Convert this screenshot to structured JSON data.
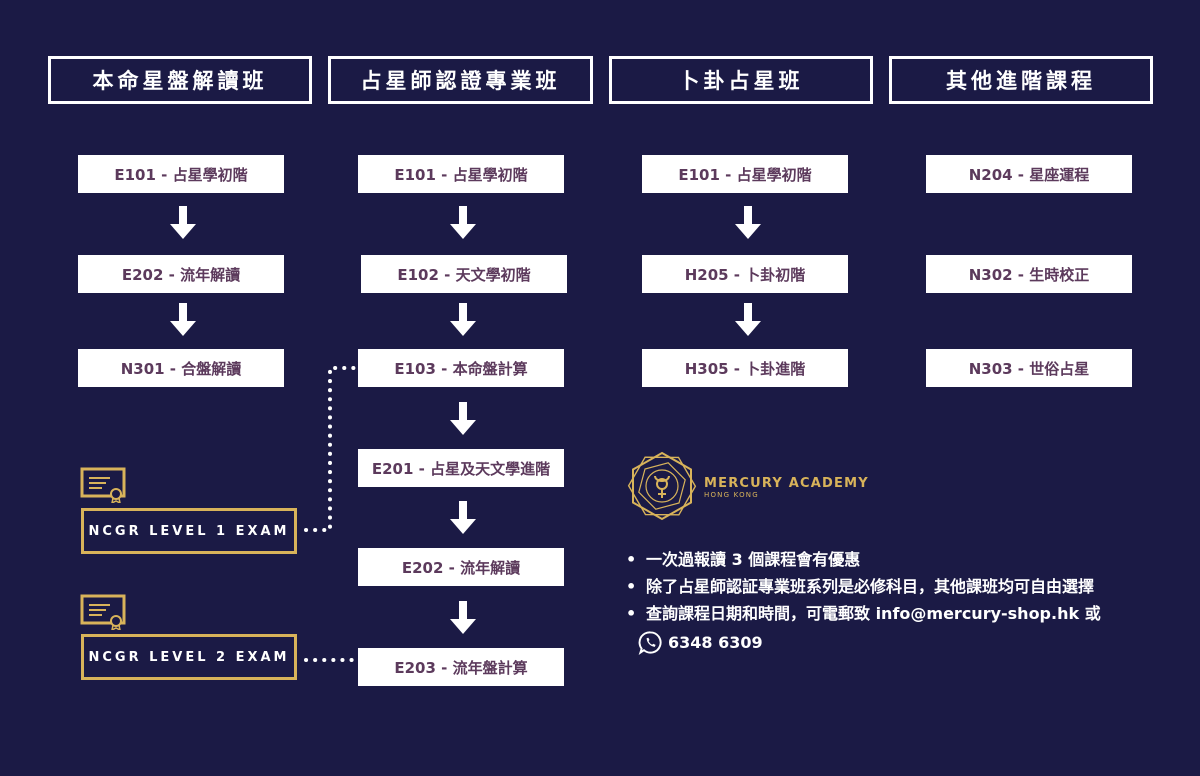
{
  "columns": [
    {
      "title": "本命星盤解讀班",
      "courses": [
        "E101 - 占星學初階",
        "E202 - 流年解讀",
        "N301 - 合盤解讀"
      ]
    },
    {
      "title": "占星師認證專業班",
      "courses": [
        "E101 - 占星學初階",
        "E102 - 天文學初階",
        "E103 - 本命盤計算",
        "E201 - 占星及天文學進階",
        "E202 - 流年解讀",
        "E203 - 流年盤計算"
      ]
    },
    {
      "title": "卜卦占星班",
      "courses": [
        "E101 - 占星學初階",
        "H205 - 卜卦初階",
        "H305 - 卜卦進階"
      ]
    },
    {
      "title": "其他進階課程",
      "courses": [
        "N204 - 星座運程",
        "N302 - 生時校正",
        "N303 - 世俗占星"
      ]
    }
  ],
  "exams": [
    "NCGR LEVEL 1 EXAM",
    "NCGR LEVEL 2 EXAM"
  ],
  "brand": {
    "name": "MERCURY ACADEMY",
    "sub": "HONG KONG"
  },
  "notes": [
    "一次過報讀 3 個課程會有優惠",
    "除了占星師認証專業班系列是必修科目，其他課班均可自由選擇",
    "查詢課程日期和時間，可電郵致 info@mercury-shop.hk 或"
  ],
  "phone": "6348 6309",
  "colors": {
    "background": "#1b1a45",
    "box": "#ffffff",
    "box_text": "#5c3a5c",
    "gold": "#d8b35a"
  },
  "icons": [
    "certificate-icon",
    "down-arrow-icon",
    "mercury-logo-icon",
    "whatsapp-icon"
  ]
}
